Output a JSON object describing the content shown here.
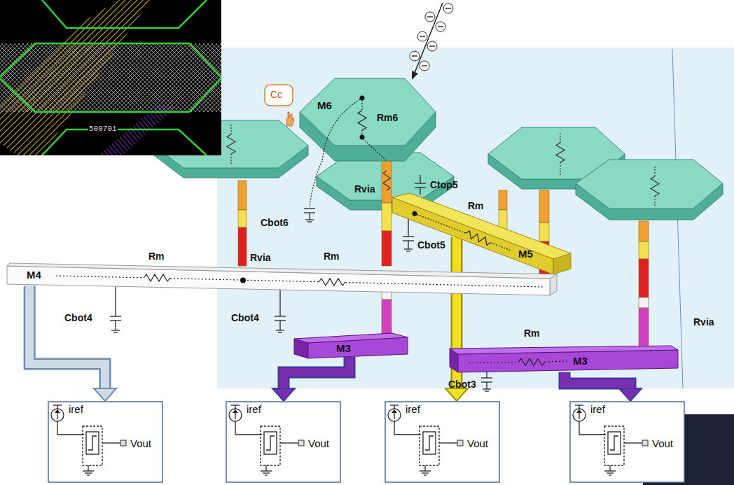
{
  "diagram": {
    "nodes": [
      {
        "text": [
          "Cc"
        ]
      },
      {
        "text": [
          "M6"
        ]
      },
      {
        "text": [
          "M5"
        ]
      },
      {
        "text": [
          "M4"
        ]
      },
      {
        "text": [
          "M3"
        ]
      },
      {
        "text": [
          "M3"
        ]
      },
      {
        "text": [
          "iref",
          "Vout"
        ]
      },
      {
        "text": [
          "iref",
          "Vout"
        ]
      },
      {
        "text": [
          "iref",
          "Vout"
        ]
      },
      {
        "text": [
          "iref",
          "Vout"
        ]
      }
    ],
    "edges": [
      {
        "from": 3,
        "to": 6,
        "arrow": "to"
      },
      {
        "from": 4,
        "to": 7,
        "arrow": "to"
      },
      {
        "from": 2,
        "to": 8,
        "arrow": "to"
      },
      {
        "from": 5,
        "to": 9,
        "arrow": "to"
      }
    ],
    "labels": [
      "500701",
      "Rm6",
      "Rvia",
      "Ctop5",
      "Rm",
      "Cbot6",
      "Cbot5",
      "Rm",
      "Rvia",
      "Rm",
      "Cbot4",
      "Cbot4",
      "Rm",
      "Rvia",
      "Cbot3"
    ]
  }
}
